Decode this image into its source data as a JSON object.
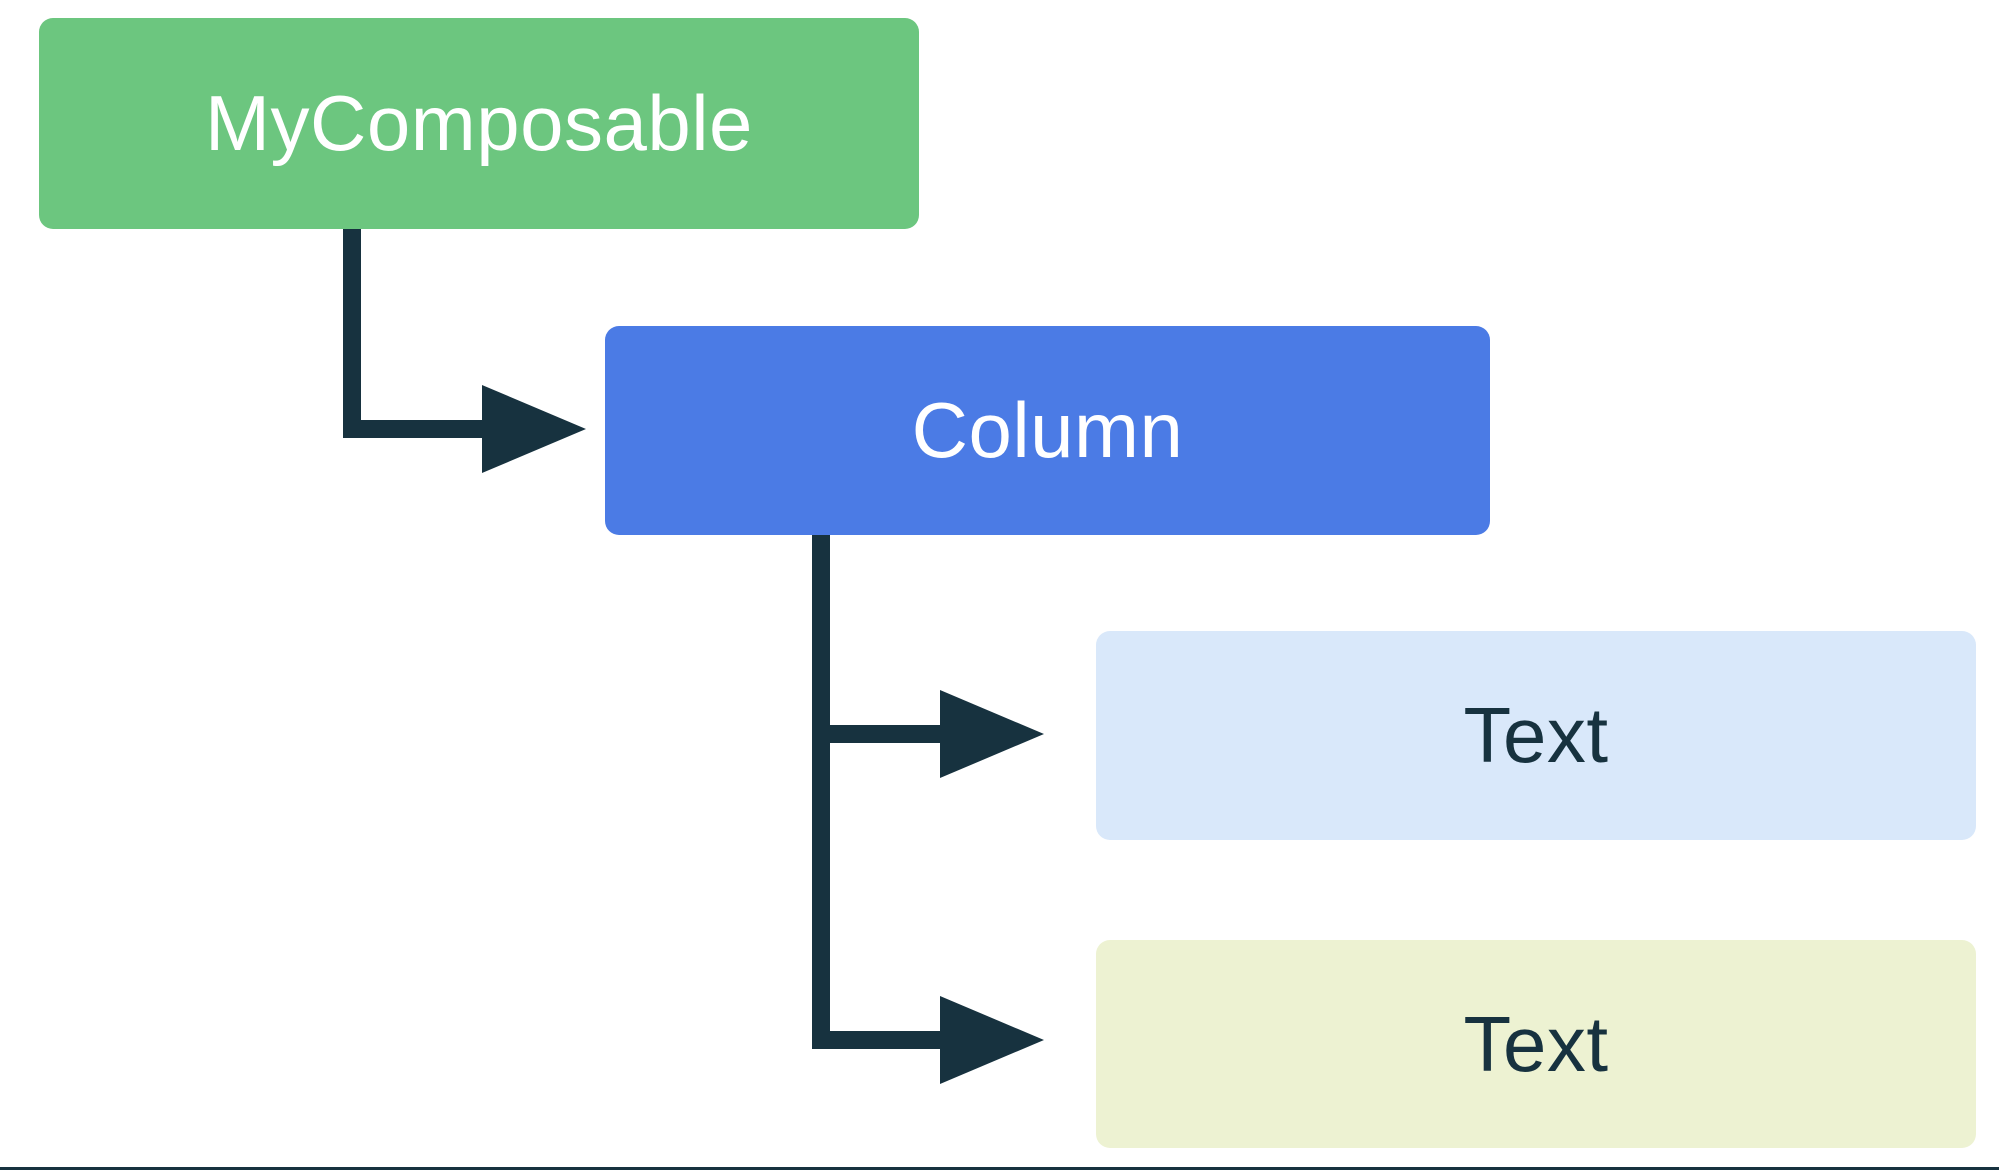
{
  "diagram": {
    "nodes": [
      {
        "id": "my-composable",
        "label": "MyComposable"
      },
      {
        "id": "column",
        "label": "Column"
      },
      {
        "id": "text-1",
        "label": "Text"
      },
      {
        "id": "text-2",
        "label": "Text"
      }
    ],
    "edges": [
      {
        "from": "MyComposable",
        "to": "Column"
      },
      {
        "from": "Column",
        "to": "Text"
      },
      {
        "from": "Column",
        "to": "Text"
      }
    ]
  },
  "colors": {
    "node-green": "#6CC67F",
    "node-blue": "#4B7BE5",
    "node-light-blue": "#D9E8FA",
    "node-light-yellow": "#EDF2D2",
    "ink": "#17323F",
    "canvas-bg": "#FFFFFF"
  }
}
